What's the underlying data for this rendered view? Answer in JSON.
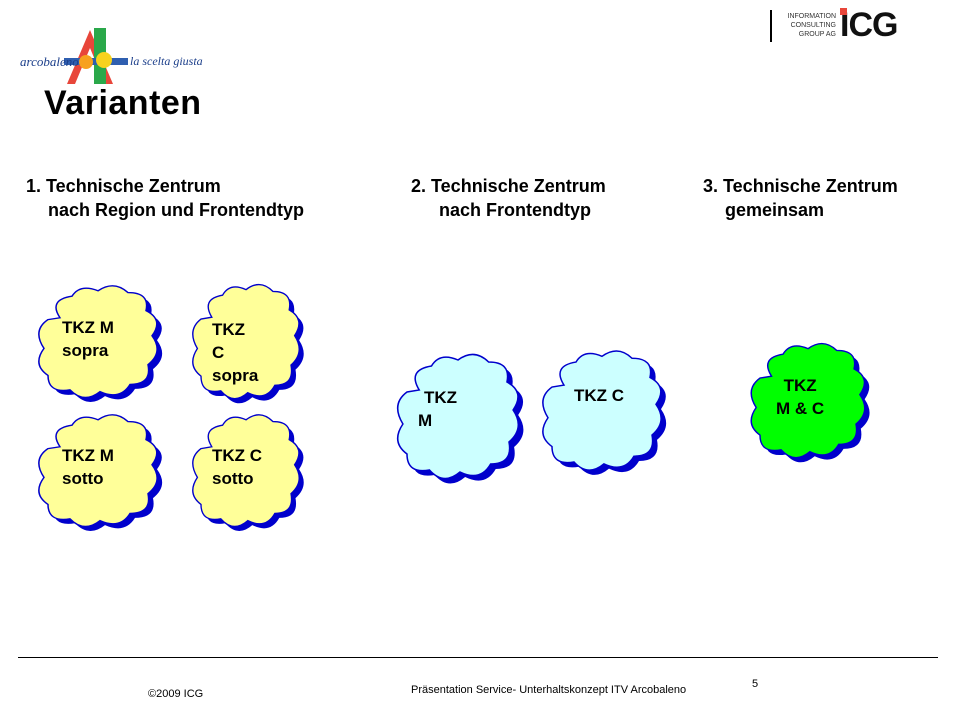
{
  "header": {
    "logo_left_word": "arcobaleno",
    "logo_left_tagline": "la scelta giusta",
    "logo_right_lines": [
      "INFORMATION",
      "CONSULTING",
      "GROUP AG"
    ],
    "logo_right_mark": "ICG"
  },
  "title": "Varianten",
  "variants": [
    {
      "line1": "1. Technische Zentrum",
      "line2": "nach Region und Frontendtyp"
    },
    {
      "line1": "2. Technische Zentrum",
      "line2": "nach Frontendtyp"
    },
    {
      "line1": "3. Technische Zentrum",
      "line2": "gemeinsam"
    }
  ],
  "clouds": {
    "m_sopra": [
      "TKZ M",
      "sopra"
    ],
    "c_sopra": [
      "TKZ",
      "C",
      "sopra"
    ],
    "m_sotto": [
      "TKZ M",
      "sotto"
    ],
    "c_sotto": [
      "TKZ C",
      "sotto"
    ],
    "m": [
      "TKZ",
      "M"
    ],
    "c": [
      "TKZ C"
    ],
    "mc": [
      "TKZ",
      "M & C"
    ]
  },
  "colors": {
    "yellow": "#FFFF99",
    "cyan": "#CCFFFF",
    "green": "#00FF00",
    "shadow": "#0000CC"
  },
  "footer": {
    "copyright": "©2009 ICG",
    "center": "Präsentation Service- Unterhaltskonzept ITV Arcobaleno",
    "page": "5"
  }
}
